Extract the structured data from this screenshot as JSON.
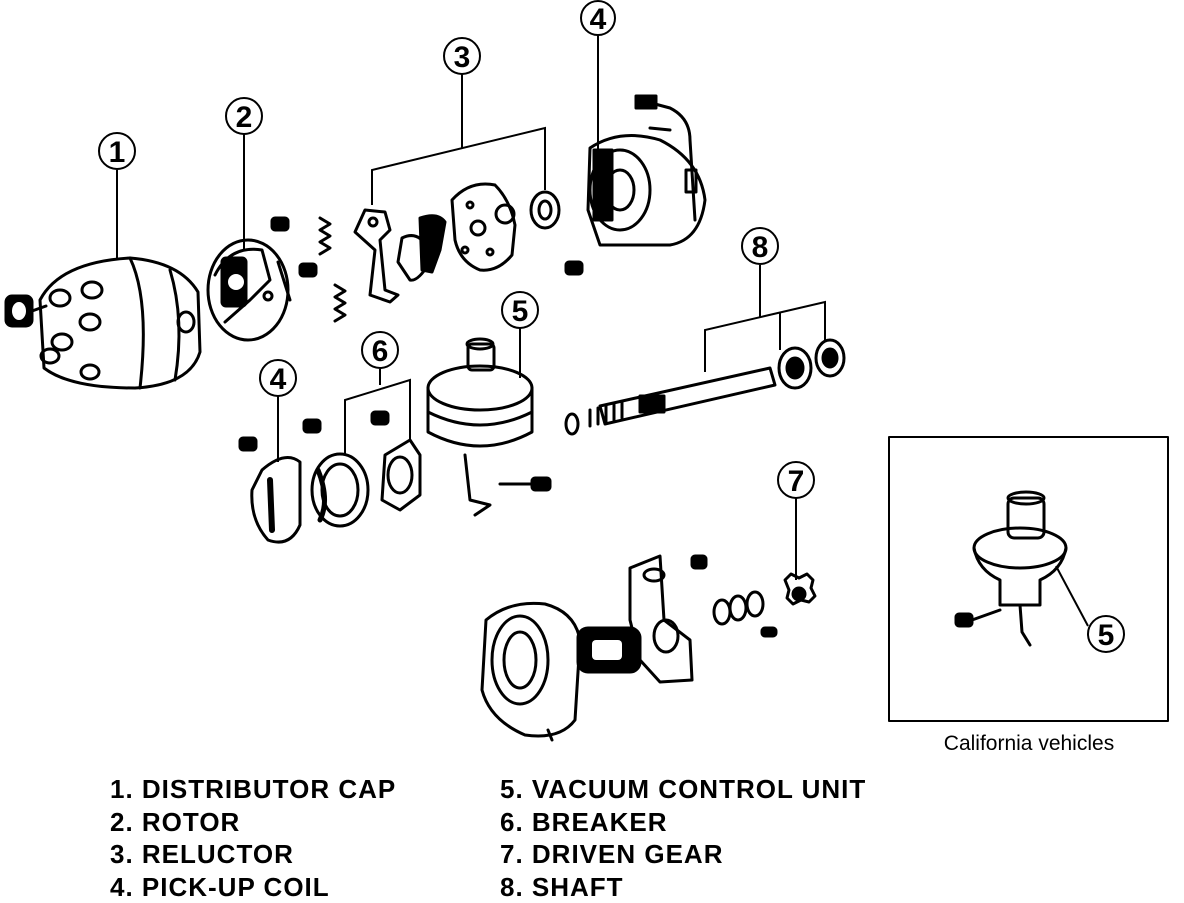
{
  "callouts": {
    "c1": "1",
    "c2": "2",
    "c3": "3",
    "c4_top": "4",
    "c4_lower": "4",
    "c5_main": "5",
    "c5_inset": "5",
    "c6": "6",
    "c7": "7",
    "c8": "8"
  },
  "inset": {
    "caption": "California vehicles"
  },
  "legend": [
    "1. DISTRIBUTOR CAP",
    "2. ROTOR",
    "3. RELUCTOR",
    "4. PICK-UP COIL",
    "5. VACUUM CONTROL UNIT",
    "6. BREAKER",
    "7. DRIVEN GEAR",
    "8. SHAFT"
  ]
}
